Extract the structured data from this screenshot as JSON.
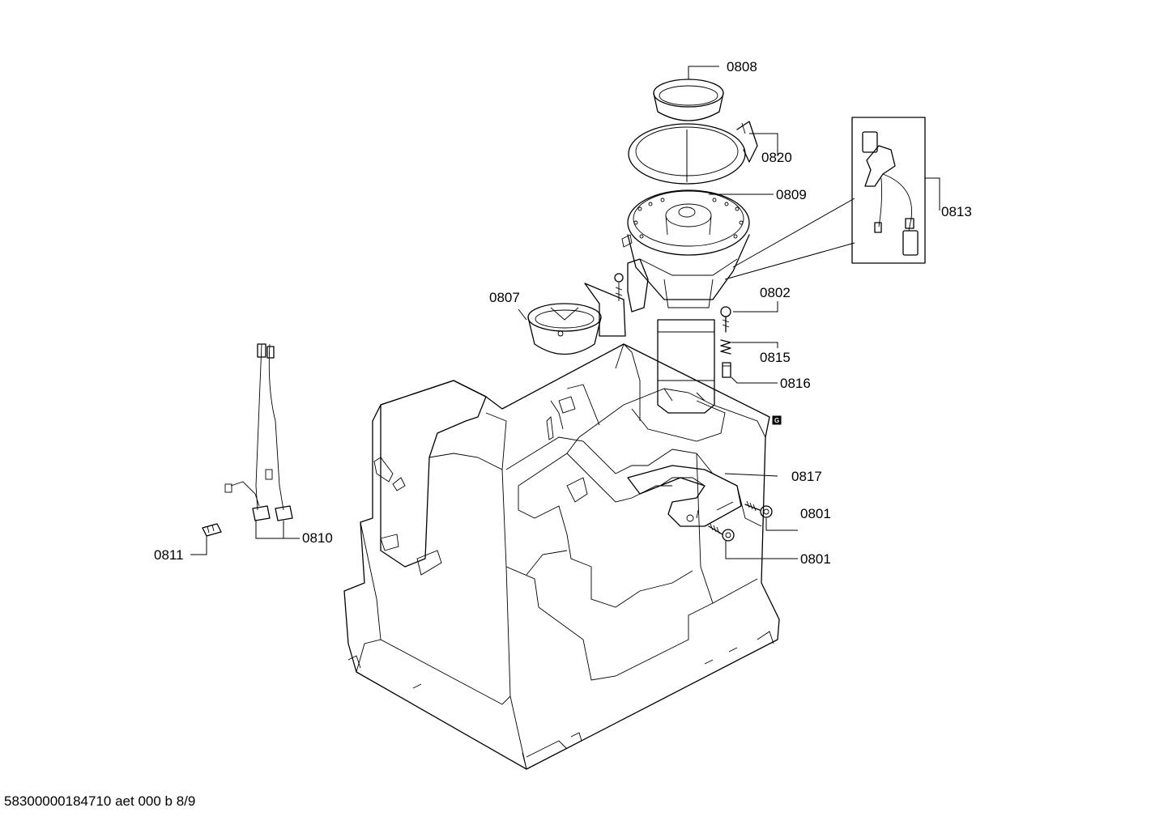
{
  "parts": {
    "p0808": "0808",
    "p0820": "0820",
    "p0809": "0809",
    "p0813": "0813",
    "p0807": "0807",
    "p0802": "0802",
    "p0815": "0815",
    "p0816": "0816",
    "p0817": "0817",
    "p0801a": "0801",
    "p0801b": "0801",
    "p0810": "0810",
    "p0811": "0811"
  },
  "badge": "G",
  "footer": "58300000184710 aet 000 b 8/9"
}
